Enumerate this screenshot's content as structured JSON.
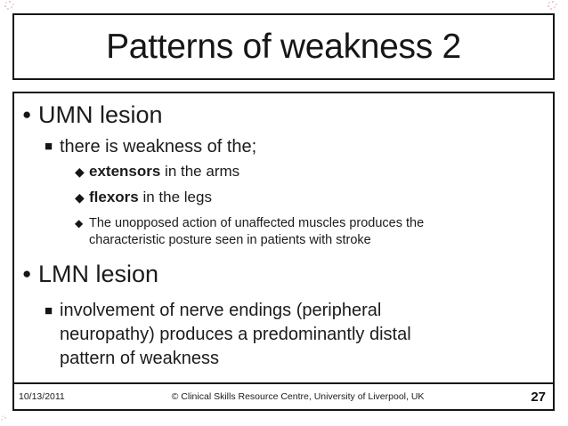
{
  "slide": {
    "title": "Patterns of weakness 2",
    "bullet_glyphs": {
      "circle": "●",
      "square": "■",
      "diamond": "◆"
    },
    "bullets": [
      {
        "level": 1,
        "text": "UMN lesion"
      },
      {
        "level": 2,
        "text": "there is weakness of the;"
      },
      {
        "level": 3,
        "bold": "extensors",
        "rest": " in the arms"
      },
      {
        "level": 3,
        "bold": "flexors",
        "rest": " in the legs"
      },
      {
        "level": 3,
        "text": "The unopposed action of unaffected muscles produces the characteristic posture seen in patients with stroke"
      },
      {
        "level": 1,
        "text": "LMN lesion"
      },
      {
        "level": 2,
        "text": "involvement of nerve endings (peripheral neuropathy) produces a predominantly distal pattern of weakness"
      }
    ],
    "footer": {
      "date": "10/13/2011",
      "copyright": "© Clinical Skills Resource Centre, University of Liverpool, UK",
      "page_number": "27"
    }
  },
  "colors": {
    "background": "#ffffff",
    "border": "#161616",
    "text": "#1b1b1b",
    "artifact_pink": "#eac8c8"
  }
}
